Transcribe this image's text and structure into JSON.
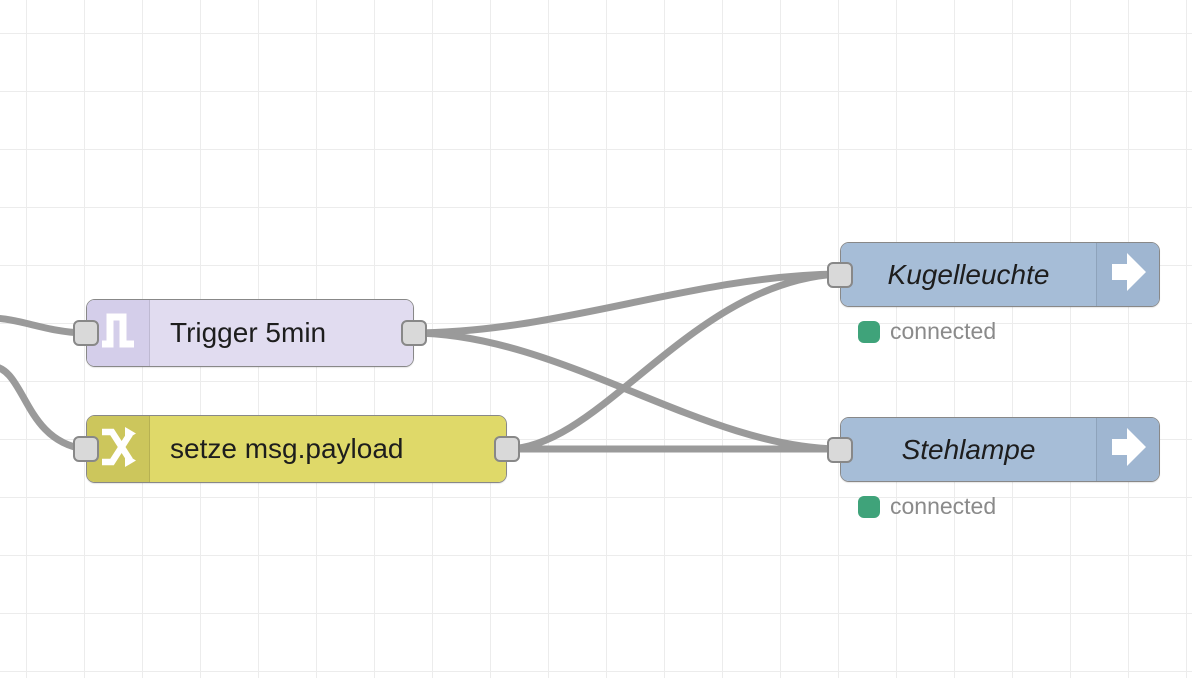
{
  "canvas": {
    "background_color": "#ffffff",
    "grid_color": "#ececec",
    "grid_size": 58,
    "wire_color": "#9a9a9a"
  },
  "nodes": [
    {
      "id": "trigger",
      "label": "Trigger 5min",
      "icon": "square-pulse-icon",
      "body_color": "#E1DCF0",
      "icon_strip_color": "#D4CEEA",
      "has_input": true,
      "has_output": true
    },
    {
      "id": "change",
      "label": "setze msg.payload",
      "icon": "shuffle-arrows-icon",
      "body_color": "#DFD969",
      "icon_strip_color": "#CCC65C",
      "has_input": true,
      "has_output": true
    },
    {
      "id": "kugelleuchte",
      "label": "Kugelleuchte",
      "icon": "right-arrow-icon",
      "body_color": "#A6BDD7",
      "icon_strip_color": "#9FB6D1",
      "has_input": true,
      "has_output": false,
      "status": {
        "text": "connected",
        "dot_color": "#3FA37A"
      }
    },
    {
      "id": "stehlampe",
      "label": "Stehlampe",
      "icon": "right-arrow-icon",
      "body_color": "#A6BDD7",
      "icon_strip_color": "#9FB6D1",
      "has_input": true,
      "has_output": false,
      "status": {
        "text": "connected",
        "dot_color": "#3FA37A"
      }
    }
  ],
  "wires": [
    {
      "id": "incoming-to-trigger",
      "from": "offscreen-left",
      "to": "trigger"
    },
    {
      "id": "incoming-to-change",
      "from": "offscreen-left",
      "to": "change"
    },
    {
      "id": "trigger-to-kugelleuchte",
      "from": "trigger",
      "to": "kugelleuchte"
    },
    {
      "id": "trigger-to-stehlampe",
      "from": "trigger",
      "to": "stehlampe"
    },
    {
      "id": "change-to-kugelleuchte",
      "from": "change",
      "to": "kugelleuchte"
    },
    {
      "id": "change-to-stehlampe",
      "from": "change",
      "to": "stehlampe"
    }
  ]
}
